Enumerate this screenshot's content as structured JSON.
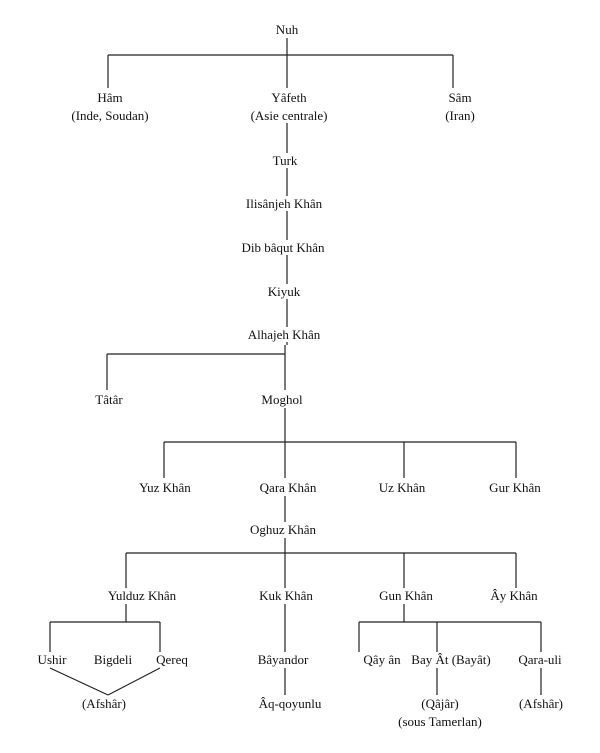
{
  "nodes": {
    "nuh": "Nuh",
    "ham": "Hâm",
    "ham_region": "(Inde, Soudan)",
    "yafeth": "Yâfeth",
    "yafeth_region": "(Asie centrale)",
    "sam": "Sâm",
    "sam_region": "(Iran)",
    "turk": "Turk",
    "ilisanjeh": "Ilisânjeh Khân",
    "dib_baqut": "Dib bâqut Khân",
    "kiyuk": "Kiyuk",
    "alhajeh": "Alhajeh Khân",
    "tatar": "Tâtâr",
    "moghol": "Moghol",
    "yuz": "Yuz Khân",
    "qara": "Qara Khân",
    "uz": "Uz Khân",
    "gur": "Gur Khân",
    "oghuz": "Oghuz Khân",
    "yulduz": "Yulduz Khân",
    "kuk": "Kuk Khân",
    "gun": "Gun Khân",
    "ay": "Ây Khân",
    "ushir": "Ushir",
    "bigdeli": "Bigdeli",
    "qereq": "Qereq",
    "afshar_left": "(Afshâr)",
    "bayandor": "Bâyandor",
    "aq_qoyunlu": "Âq-qoyunlu",
    "qay_an": "Qây ân",
    "bay_at": "Bay Ât (Bayât)",
    "qajar": "(Qâjâr)",
    "qajar_note": "(sous Tamerlan)",
    "qara_uli": "Qara-uli",
    "afshar_right": "(Afshâr)"
  }
}
